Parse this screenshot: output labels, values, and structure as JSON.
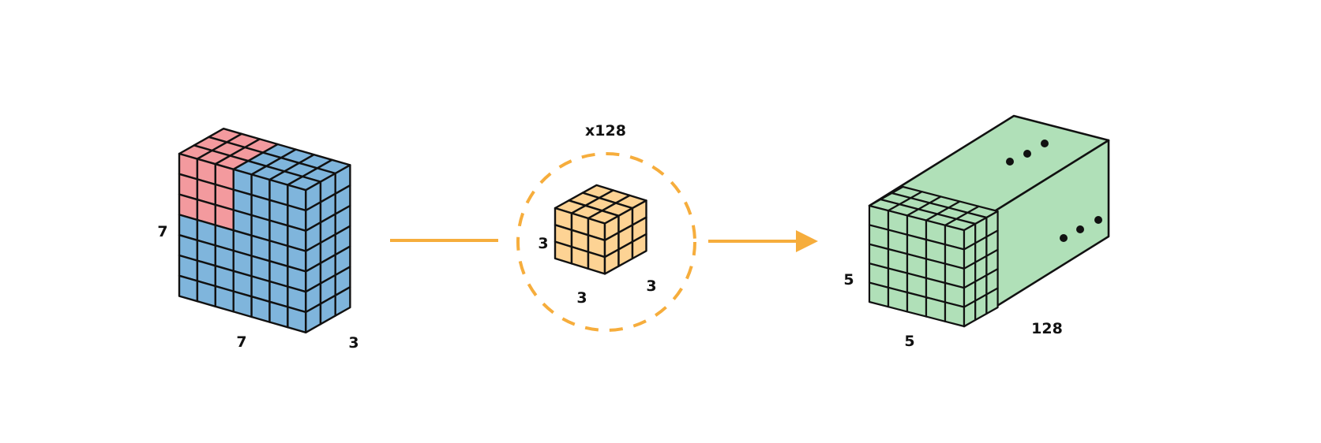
{
  "input_volume": {
    "height_label": "7",
    "width_label": "7",
    "depth_label": "3",
    "rows": 7,
    "cols": 7,
    "depth": 3,
    "highlight_rows": 3,
    "highlight_cols": 3,
    "base_color": "#7fb5dc",
    "highlight_color": "#f39a9e"
  },
  "kernel": {
    "multiplier_label": "x128",
    "height_label": "3",
    "width_label": "3",
    "depth_label": "3",
    "size": 3,
    "color": "#fdd394",
    "ring_color": "#f6ad3c"
  },
  "output_volume": {
    "height_label": "5",
    "width_label": "5",
    "depth_label": "128",
    "rows": 5,
    "cols": 5,
    "color": "#b0e0b8"
  },
  "connector_color": "#f6ad3c",
  "outline_color": "#111111"
}
